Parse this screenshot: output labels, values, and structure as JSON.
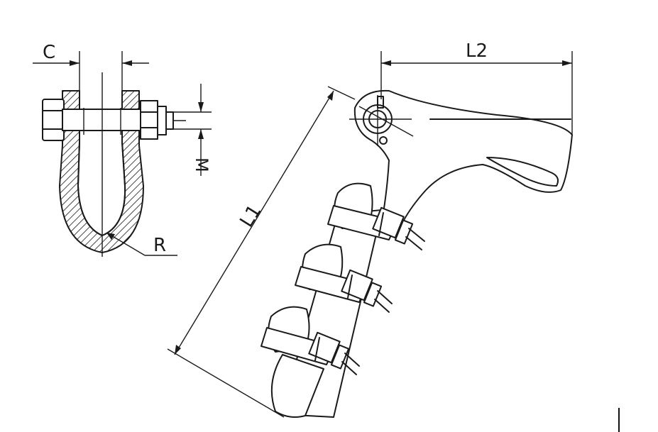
{
  "labels": {
    "c": "C",
    "m": "M",
    "r": "R",
    "l1": "L1",
    "l2": "L2"
  },
  "colors": {
    "line": "#1a1a1a",
    "background": "#ffffff"
  }
}
